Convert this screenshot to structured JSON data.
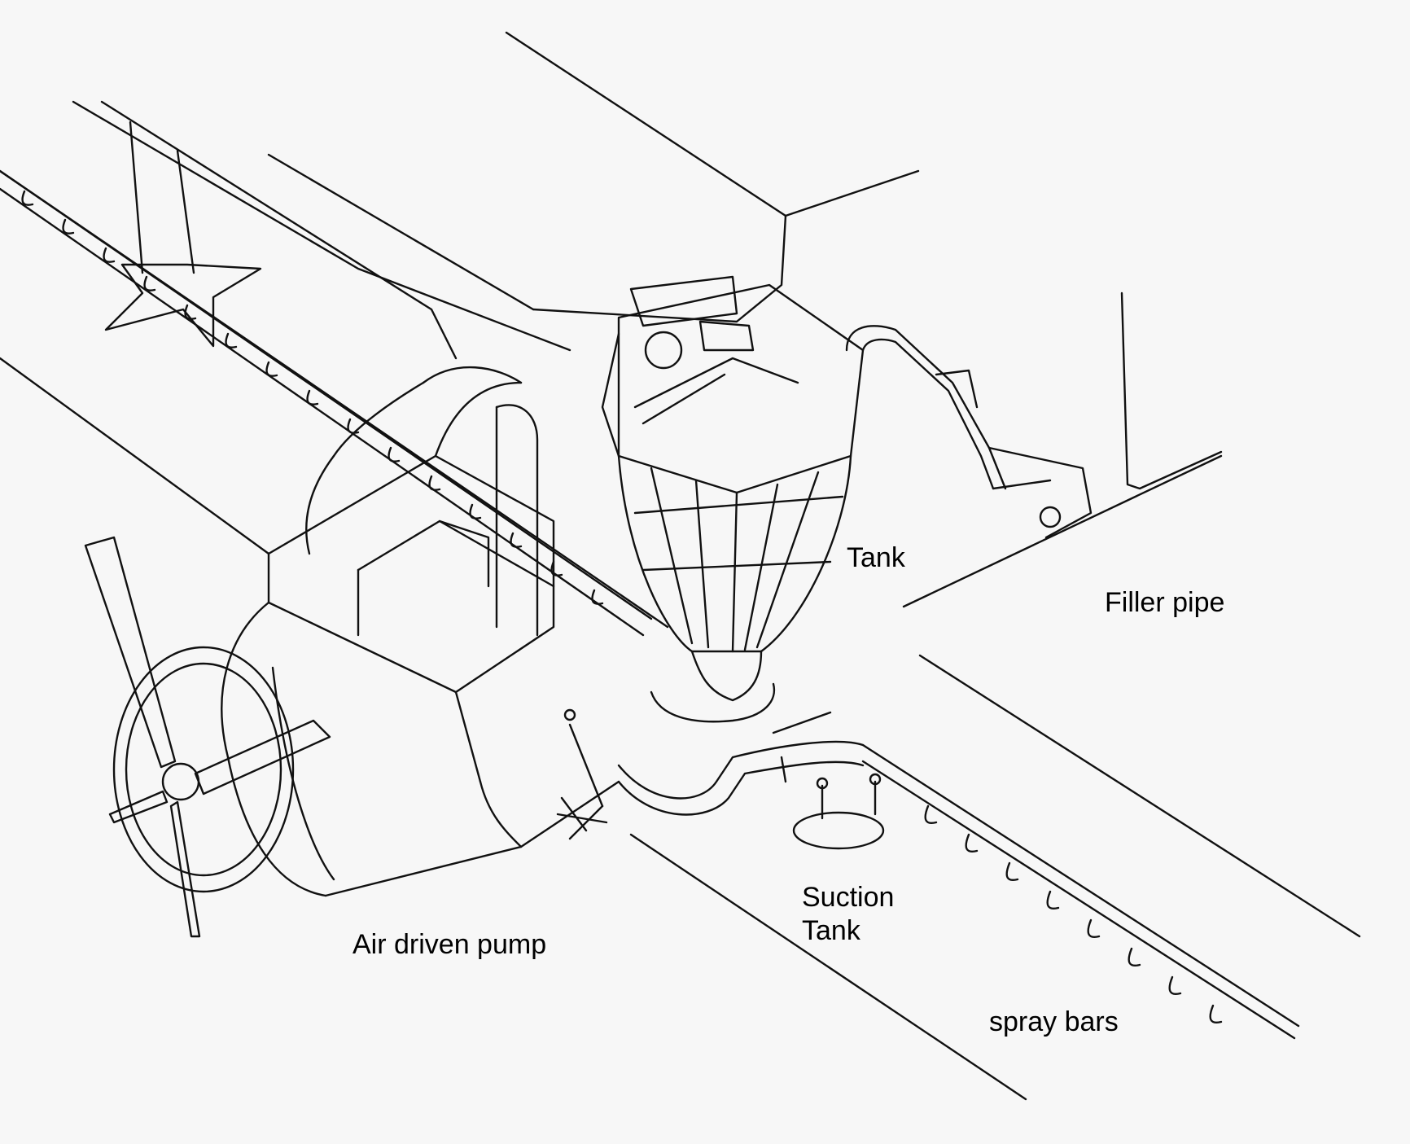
{
  "labels": {
    "tank": "Tank",
    "filler_pipe": "Filler pipe",
    "suction_tank_line1": "Suction",
    "suction_tank_line2": "Tank",
    "air_driven_pump": "Air driven pump",
    "spray_bars": "spray bars"
  },
  "colors": {
    "background": "#f7f7f7",
    "ink": "#111111",
    "label_text": "#000000"
  }
}
